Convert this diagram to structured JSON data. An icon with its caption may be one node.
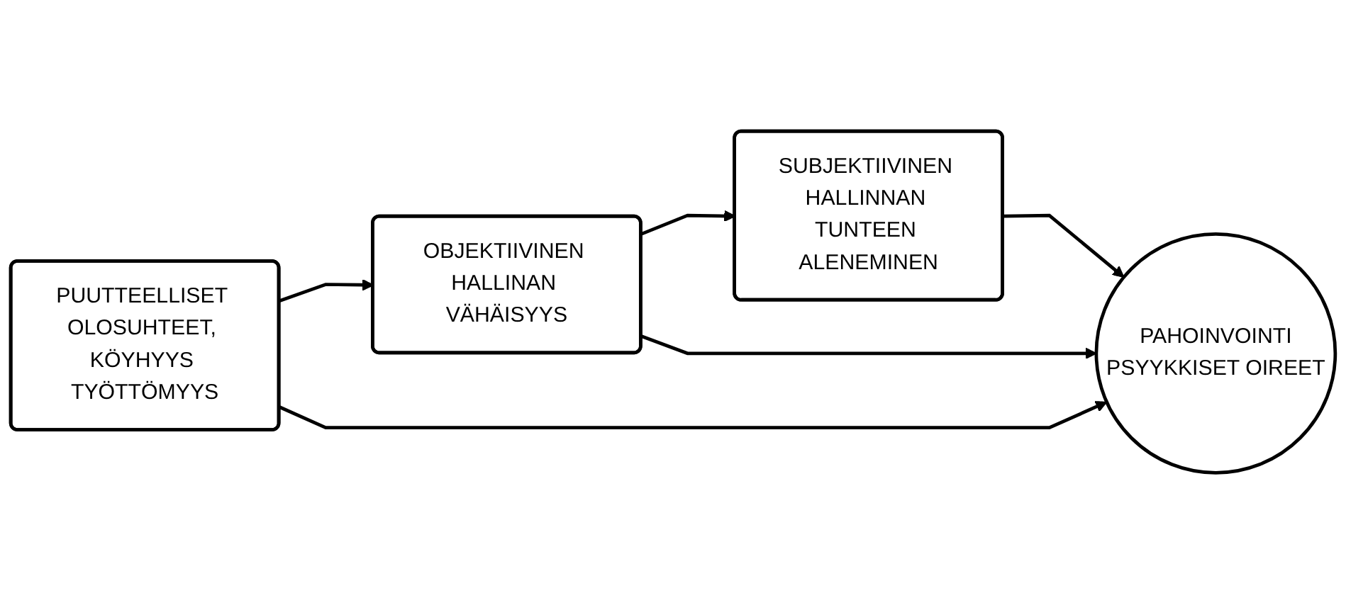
{
  "diagram": {
    "nodes": [
      {
        "text": [
          "PUUTTEELLISET OLOSUHTEET, KÖYHYYS TYÖTTÖMYYS"
        ]
      },
      {
        "text": [
          "OBJEKTIIVINEN HALLINAN VÄHÄISYYS"
        ]
      },
      {
        "text": [
          "SUBJEKTIIVINEN HALLINNAN TUNTEEN ALENEMINEN"
        ]
      },
      {
        "text": [
          "PAHOINVOINTI",
          "PSYYKKISET OIREET"
        ]
      }
    ],
    "edges": [
      {
        "from": 0,
        "to": 1,
        "arrow": "to"
      },
      {
        "from": 1,
        "to": 2,
        "arrow": "to"
      },
      {
        "from": 2,
        "to": 3,
        "arrow": "to"
      },
      {
        "from": 1,
        "to": 3,
        "arrow": "to"
      },
      {
        "from": 0,
        "to": 3,
        "arrow": "to"
      }
    ]
  }
}
